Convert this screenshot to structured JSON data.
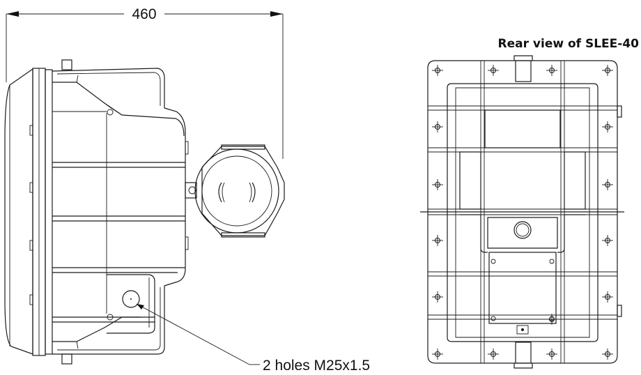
{
  "side_view": {
    "dimension_label": "460",
    "holes_note": "2 holes M25x1.5"
  },
  "rear_view": {
    "title": "Rear view of SLEE-40"
  }
}
